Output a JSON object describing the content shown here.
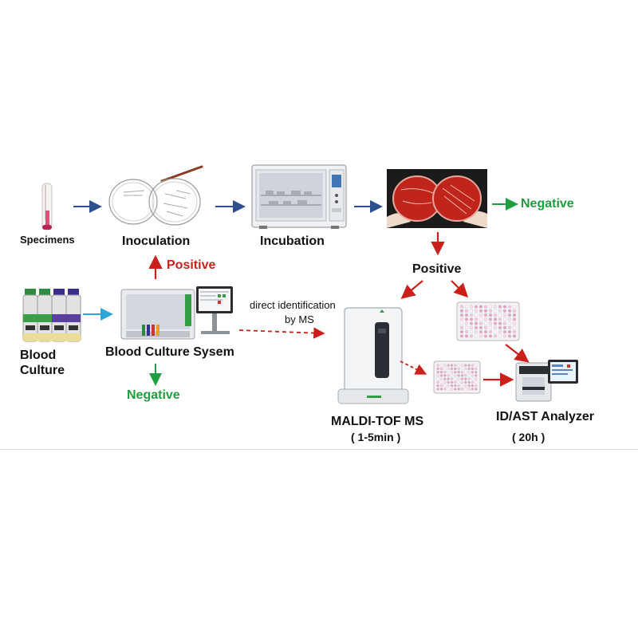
{
  "labels": {
    "specimens": "Specimens",
    "inoculation": "Inoculation",
    "incubation": "Incubation",
    "negative_top": "Negative",
    "positive_right": "Positive",
    "positive_left": "Positive",
    "blood_culture_line1": "Blood",
    "blood_culture_line2": "Culture",
    "blood_culture_system": "Blood Culture Sysem",
    "negative_bottom": "Negative",
    "direct_id_line1": "direct identification",
    "direct_id_line2": "by MS",
    "maldi": "MALDI-TOF MS",
    "maldi_time": "( 1-5min )",
    "idast": "ID/AST Analyzer",
    "idast_time": "( 20h )"
  },
  "colors": {
    "flow_blue": "#2d4f8e",
    "flow_cyan": "#2aa7d8",
    "positive_red": "#cc1f1a",
    "negative_green": "#1f9e3f",
    "agar_red": "#c0251b"
  },
  "icons": {
    "specimen_tube": "test-tube-icon",
    "petri_dishes": "petri-dish-icon",
    "incubator": "incubator-icon",
    "culture_plates": "agar-plate-icon",
    "culture_bottles": "blood-culture-bottle-icon",
    "bc_system": "blood-culture-instrument-icon",
    "maldi_instrument": "mass-spectrometer-icon",
    "microplate": "microplate-icon",
    "analyzer": "id-ast-analyzer-icon"
  }
}
